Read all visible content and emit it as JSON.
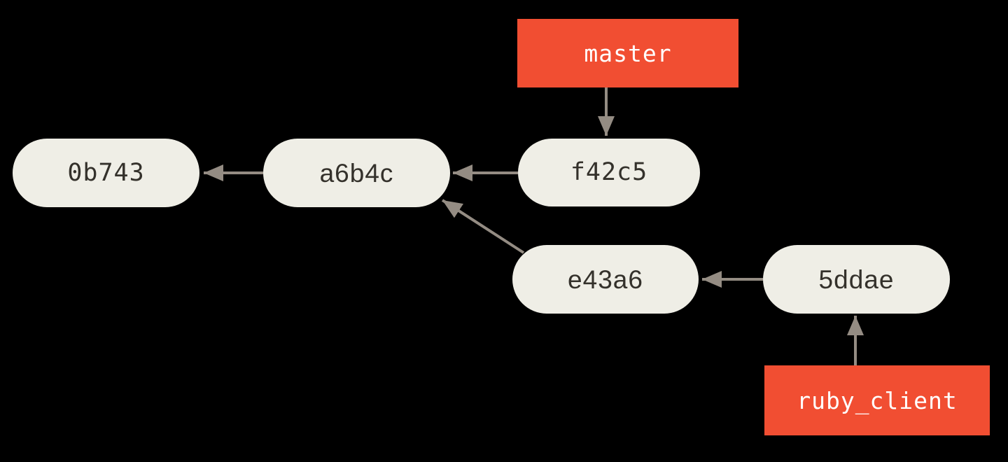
{
  "colors": {
    "background": "#000000",
    "node_fill": "#efeee6",
    "node_text": "#34312b",
    "branch_fill": "#f14e32",
    "branch_text": "#ffffff",
    "arrow": "#948c83"
  },
  "diagram": {
    "type": "git-commit-graph",
    "commits": [
      {
        "id": "0b743"
      },
      {
        "id": "a6b4c"
      },
      {
        "id": "f42c5"
      },
      {
        "id": "e43a6"
      },
      {
        "id": "5ddae"
      }
    ],
    "branch_labels": [
      {
        "label": "master",
        "points_to": "f42c5"
      },
      {
        "label": "ruby_client",
        "points_to": "5ddae"
      }
    ],
    "edges": [
      {
        "from": "master",
        "to": "f42c5",
        "type": "branch-pointer"
      },
      {
        "from": "a6b4c",
        "to": "0b743",
        "type": "parent"
      },
      {
        "from": "f42c5",
        "to": "a6b4c",
        "type": "parent"
      },
      {
        "from": "e43a6",
        "to": "a6b4c",
        "type": "parent"
      },
      {
        "from": "5ddae",
        "to": "e43a6",
        "type": "parent"
      },
      {
        "from": "ruby_client",
        "to": "5ddae",
        "type": "branch-pointer"
      }
    ]
  }
}
